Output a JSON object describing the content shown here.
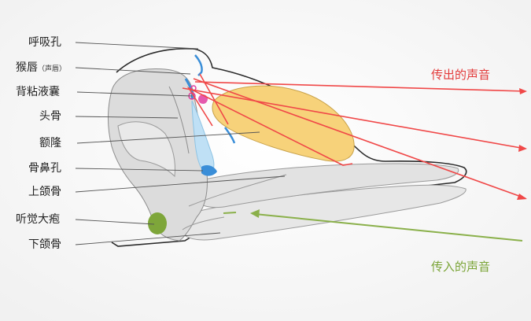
{
  "labels": {
    "blowhole": "呼吸孔",
    "monkey_lips": "猴唇",
    "monkey_lips_note": "（声唇）",
    "dorsal_bursae": "背粘液囊",
    "skull": "头骨",
    "melon": "额隆",
    "bony_nares": "骨鼻孔",
    "maxilla": "上颌骨",
    "auditory_bulla": "听觉大疱",
    "mandible": "下颌骨"
  },
  "annotations": {
    "outgoing_sound": "传出的声音",
    "incoming_sound": "传入的声音"
  },
  "colors": {
    "outgoing": "#f04848",
    "incoming": "#8ab04a",
    "melon": "#f7d27a",
    "nasal_passage": "#bfe0f5",
    "bursa": "#e03da0",
    "bulla": "#7ea63a",
    "bone": "#e4e4e4"
  }
}
